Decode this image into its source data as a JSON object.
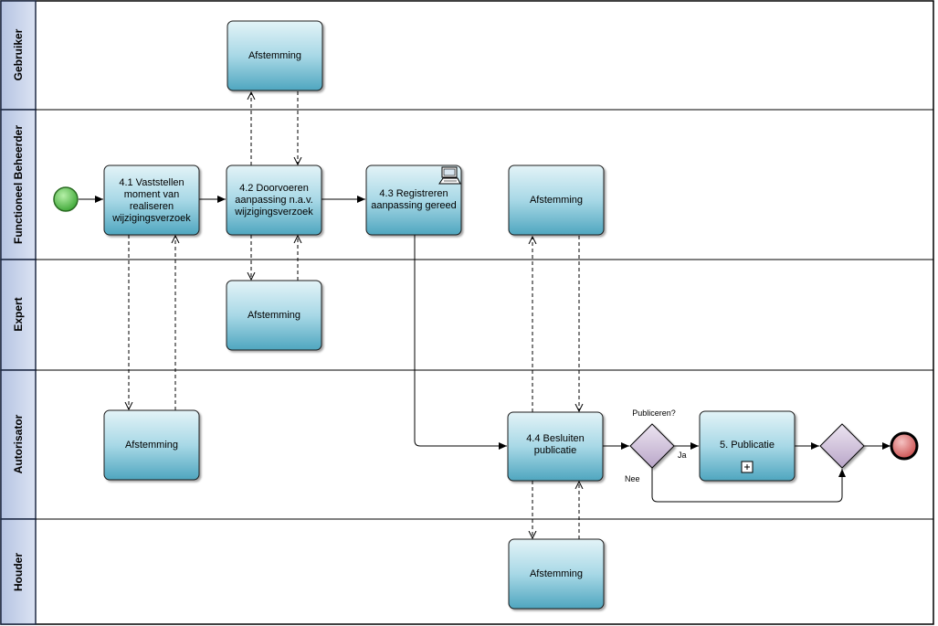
{
  "lanes": [
    {
      "id": "gebruiker",
      "label": "Gebruiker"
    },
    {
      "id": "functioneel",
      "label": "Functioneel Beheerder"
    },
    {
      "id": "expert",
      "label": "Expert"
    },
    {
      "id": "autorisator",
      "label": "Autorisator"
    },
    {
      "id": "houder",
      "label": "Houder"
    }
  ],
  "tasks": {
    "t41": [
      "4.1 Vaststellen",
      "moment van",
      "realiseren",
      "wijzigingsverzoek"
    ],
    "t42": [
      "4.2 Doorvoeren",
      "aanpassing n.a.v.",
      "wijzigingsverzoek"
    ],
    "t43": [
      "4.3 Registreren",
      "aanpassing gereed"
    ],
    "t44": [
      "4.4 Besluiten",
      "publicatie"
    ],
    "t5": [
      "5. Publicatie"
    ],
    "afst_gebruiker": [
      "Afstemming"
    ],
    "afst_functioneel": [
      "Afstemming"
    ],
    "afst_expert": [
      "Afstemming"
    ],
    "afst_autorisator": [
      "Afstemming"
    ],
    "afst_houder": [
      "Afstemming"
    ]
  },
  "gateway": {
    "question": "Publiceren?",
    "yes": "Ja",
    "no": "Nee"
  },
  "colors": {
    "lane_header_fill": "#c5d0e8",
    "lane_header_border": "#1f2a44",
    "task_fill_top": "#d8eef4",
    "task_fill_bottom": "#5fb3c9",
    "gateway_fill": "#d6c8df",
    "start_fill": "#5bbf4f",
    "end_fill": "#e07a7a"
  }
}
